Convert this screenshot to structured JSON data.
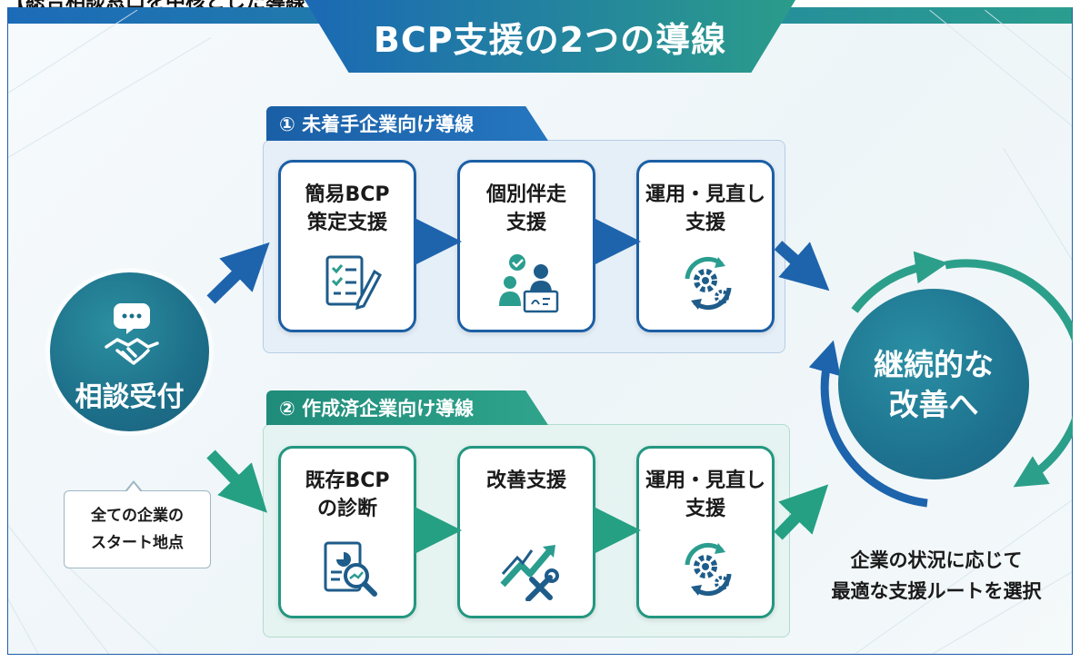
{
  "header": {
    "clipped_caption": "【総合相談窓口を中核とした導線イメージ】"
  },
  "title": "BCP支援の2つの導線",
  "start": {
    "label": "相談受付",
    "note": "全ての企業の\nスタート地点"
  },
  "route1": {
    "heading": "① 未着手企業向け導線",
    "steps": [
      {
        "label": "簡易BCP\n策定支援",
        "icon": "checklist-document-icon"
      },
      {
        "label": "個別伴走\n支援",
        "icon": "consulting-people-icon"
      },
      {
        "label": "運用・見直し\n支援",
        "icon": "gear-cycle-icon"
      }
    ]
  },
  "route2": {
    "heading": "② 作成済企業向け導線",
    "steps": [
      {
        "label": "既存BCP\nの診断",
        "icon": "document-magnifier-icon"
      },
      {
        "label": "改善支援",
        "icon": "growth-tools-icon"
      },
      {
        "label": "運用・見直し\n支援",
        "icon": "gear-cycle-icon"
      }
    ]
  },
  "goal": {
    "label": "継続的な\n改善へ"
  },
  "footer_note": "企業の状況に応じて\n最適な支援ルートを選択",
  "colors": {
    "blue": "#1c5fa5",
    "teal": "#239780",
    "circle": "#1d6f89"
  }
}
